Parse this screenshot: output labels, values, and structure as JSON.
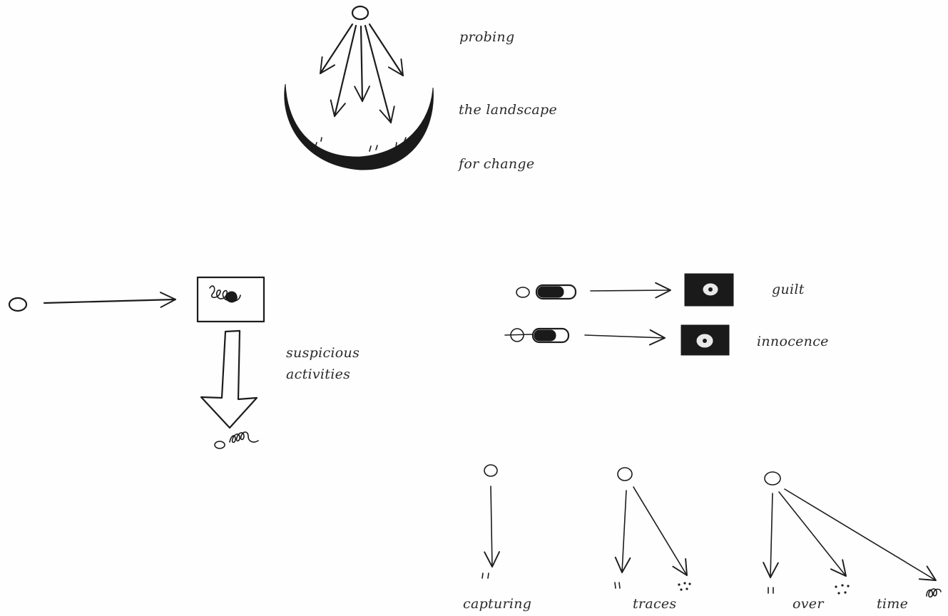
{
  "sections": {
    "probing": {
      "labels": [
        "probing",
        "the landscape",
        "for change"
      ]
    },
    "suspicious": {
      "labels": [
        "suspicious",
        "activities"
      ]
    },
    "verdict": {
      "labels": [
        "guilt",
        "innocence"
      ]
    },
    "time": {
      "labels": [
        "capturing",
        "traces",
        "over",
        "time"
      ]
    }
  }
}
